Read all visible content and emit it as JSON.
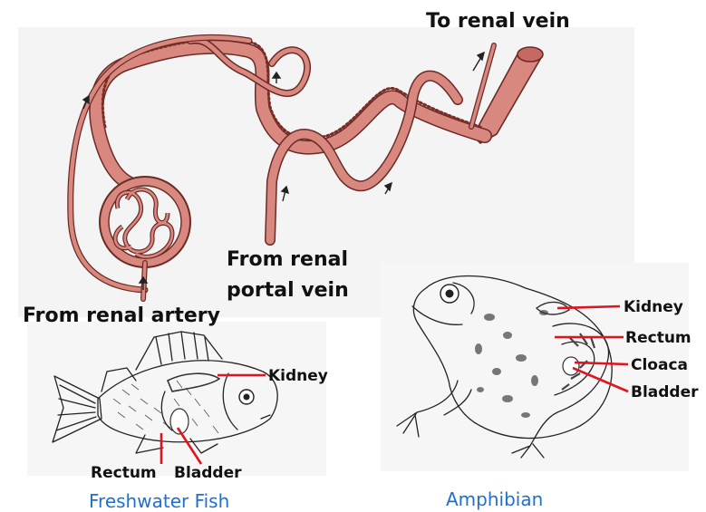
{
  "labels": {
    "to_renal_vein": "To renal vein",
    "from_renal_portal_vein_line1": "From renal",
    "from_renal_portal_vein_line2": "portal vein",
    "from_renal_artery": "From renal artery"
  },
  "fish": {
    "caption": "Freshwater Fish",
    "kidney": "Kidney",
    "rectum": "Rectum",
    "bladder": "Bladder"
  },
  "amphibian": {
    "caption": "Amphibian",
    "kidney": "Kidney",
    "rectum": "Rectum",
    "cloaca": "Cloaca",
    "bladder": "Bladder"
  },
  "colors": {
    "vessel": "#d98880",
    "vessel_outline": "#6b2a24",
    "pointer_lines": "#e0141e",
    "caption_text": "#1f6fd1"
  }
}
